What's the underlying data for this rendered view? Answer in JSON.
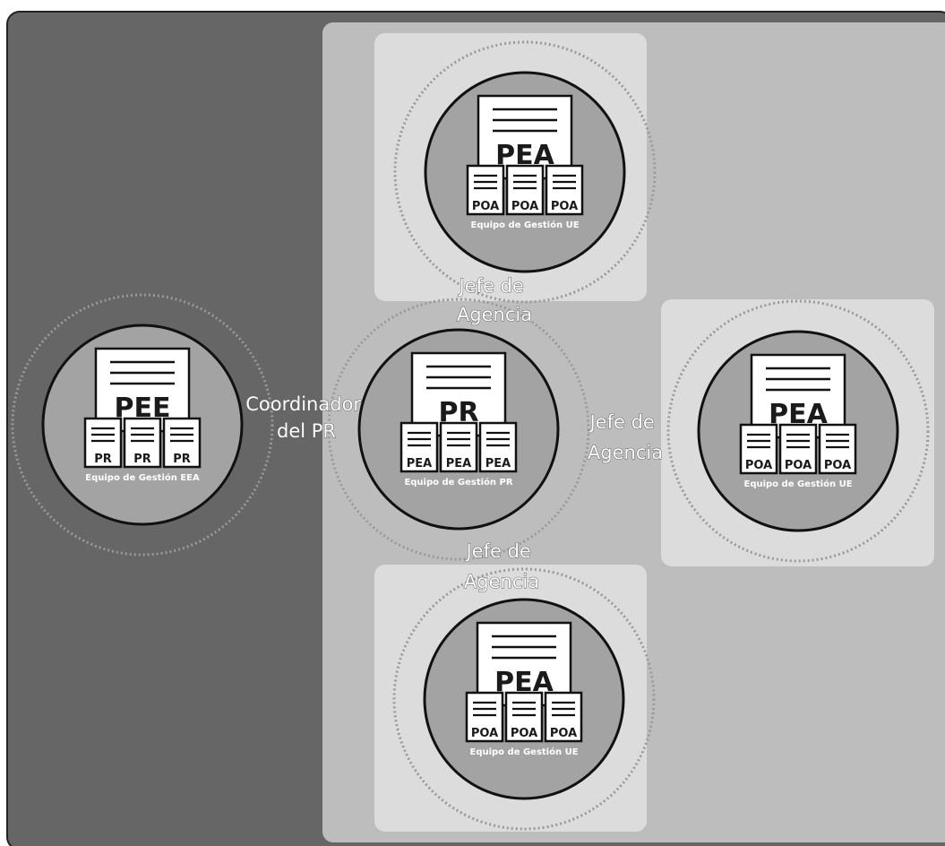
{
  "groups": [
    {
      "main": "PEE",
      "sub": [
        "PR",
        "PR",
        "PR"
      ],
      "team": "Equipo de Gestión EEA"
    },
    {
      "main": "PR",
      "sub": [
        "PEA",
        "PEA",
        "PEA"
      ],
      "team": "Equipo de Gestión PR"
    },
    {
      "main": "PEA",
      "sub": [
        "POA",
        "POA",
        "POA"
      ],
      "team": "Equipo de Gestión UE"
    },
    {
      "main": "PEA",
      "sub": [
        "POA",
        "POA",
        "POA"
      ],
      "team": "Equipo de Gestión UE"
    },
    {
      "main": "PEA",
      "sub": [
        "POA",
        "POA",
        "POA"
      ],
      "team": "Equipo de Gestión UE"
    }
  ],
  "labels": {
    "coordinador": [
      "Coordinador",
      "del PR"
    ],
    "jefe_top": [
      "Jefe de",
      "Agencia"
    ],
    "jefe_right": [
      "Jefe de",
      "Agencia"
    ],
    "jefe_bottom": [
      "Jefe de",
      "Agencia"
    ]
  }
}
